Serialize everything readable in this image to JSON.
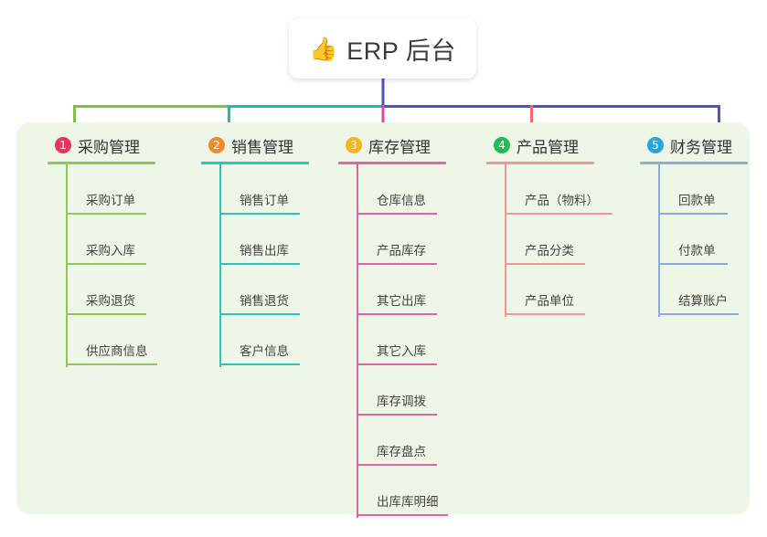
{
  "root": {
    "icon": "thumbs-up-icon",
    "emoji": "👍",
    "title": "ERP 后台"
  },
  "panel": {
    "background": "#eef7e7"
  },
  "connector_colors": {
    "segment_1": "#7cc144",
    "segment_2": "#16bfb0",
    "segment_3": "#4a55c4",
    "drop_1": "#7cc144",
    "drop_2": "#16bfb0",
    "drop_3": "#e8429a",
    "drop_4": "#ef6a72",
    "drop_5": "#4a55c4",
    "root_stem": "#4a55c4"
  },
  "columns": [
    {
      "index": "1",
      "badge_color": "#e8365a",
      "line_color": "#8dc75b",
      "title": "采购管理",
      "children": [
        {
          "label": "采购订单",
          "rule_width": 88
        },
        {
          "label": "采购入库",
          "rule_width": 88
        },
        {
          "label": "采购退货",
          "rule_width": 88
        },
        {
          "label": "供应商信息",
          "rule_width": 100
        }
      ]
    },
    {
      "index": "2",
      "badge_color": "#f08b2c",
      "line_color": "#2dc5b6",
      "title": "销售管理",
      "children": [
        {
          "label": "销售订单",
          "rule_width": 88
        },
        {
          "label": "销售出库",
          "rule_width": 88
        },
        {
          "label": "销售退货",
          "rule_width": 88
        },
        {
          "label": "客户信息",
          "rule_width": 88
        }
      ]
    },
    {
      "index": "3",
      "badge_color": "#f5b31c",
      "line_color": "#e262a5",
      "title": "库存管理",
      "children": [
        {
          "label": "仓库信息",
          "rule_width": 88
        },
        {
          "label": "产品库存",
          "rule_width": 88
        },
        {
          "label": "其它出库",
          "rule_width": 88
        },
        {
          "label": "其它入库",
          "rule_width": 88
        },
        {
          "label": "库存调拨",
          "rule_width": 88
        },
        {
          "label": "库存盘点",
          "rule_width": 88
        },
        {
          "label": "出库库明细",
          "rule_width": 100
        }
      ]
    },
    {
      "index": "4",
      "badge_color": "#22bb55",
      "line_color": "#f19595",
      "title": "产品管理",
      "children": [
        {
          "label": "产品（物料）",
          "rule_width": 118
        },
        {
          "label": "产品分类",
          "rule_width": 88
        },
        {
          "label": "产品单位",
          "rule_width": 88
        }
      ]
    },
    {
      "index": "5",
      "badge_color": "#22a8e0",
      "line_color": "#8fabdd",
      "title": "财务管理",
      "children": [
        {
          "label": "回款单",
          "rule_width": 76
        },
        {
          "label": "付款单",
          "rule_width": 76
        },
        {
          "label": "结算账户",
          "rule_width": 88
        }
      ]
    }
  ]
}
